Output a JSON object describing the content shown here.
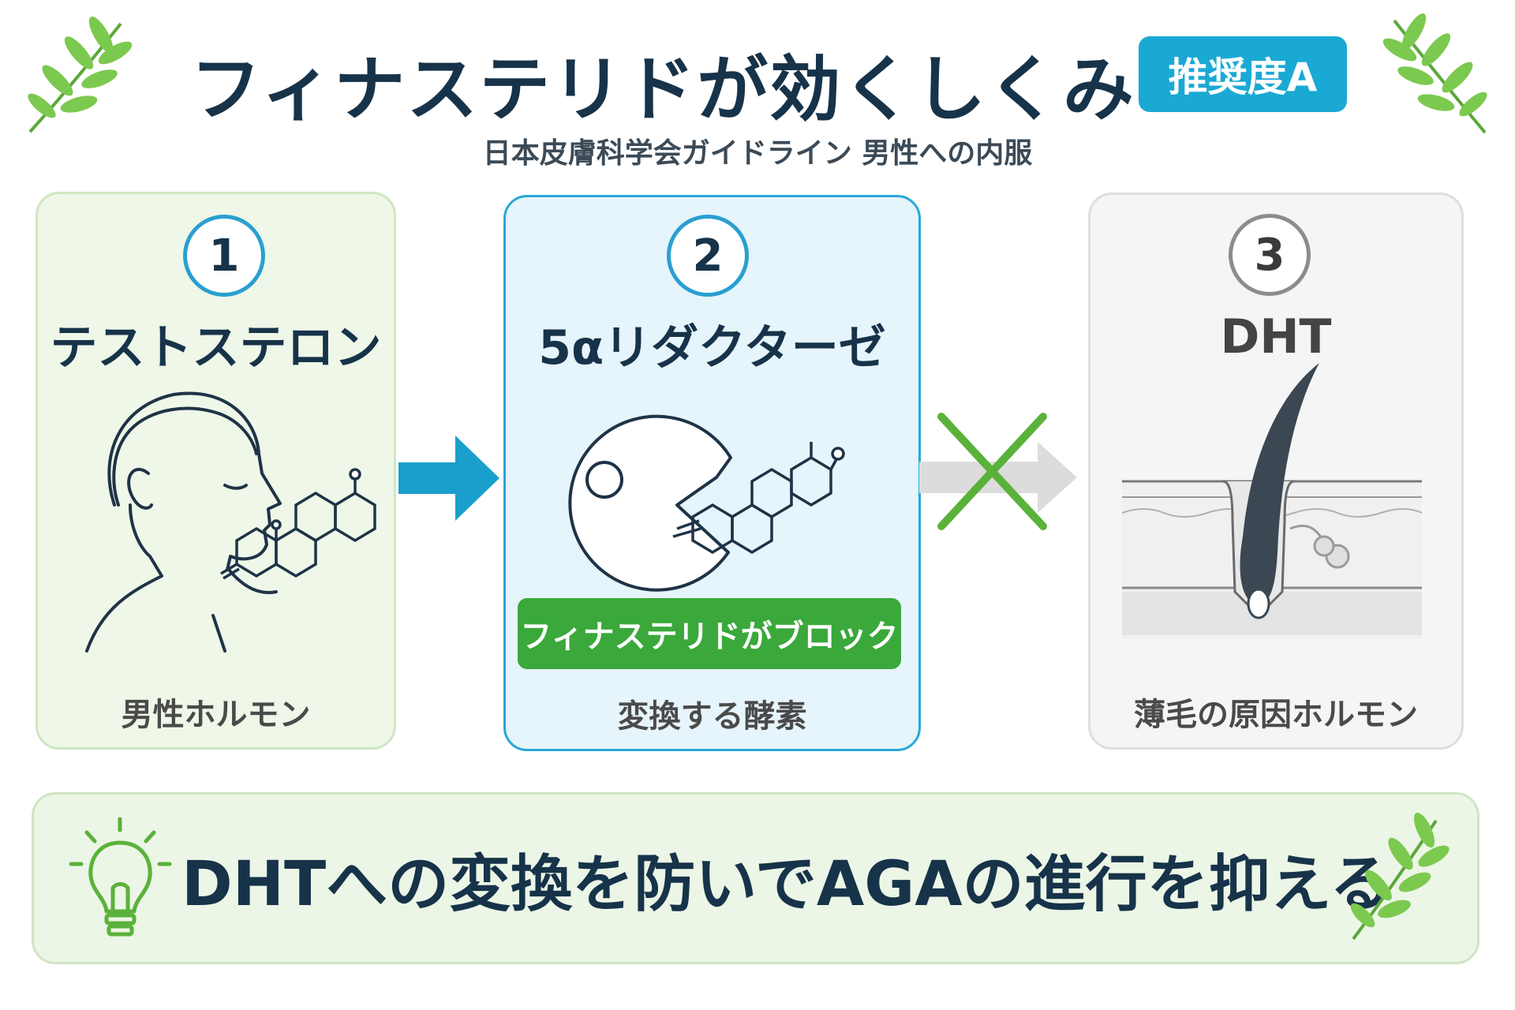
{
  "header": {
    "title": "フィナステリドが効くしくみ",
    "badge": "推奨度A",
    "subtitle": "日本皮膚科学会ガイドライン 男性への内服"
  },
  "steps": [
    {
      "number": "1",
      "name": "テストステロン",
      "description": "男性ホルモン"
    },
    {
      "number": "2",
      "name": "5αリダクターゼ",
      "description": "変換する酵素",
      "block_label": "フィナステリドがブロック"
    },
    {
      "number": "3",
      "name": "DHT",
      "description": "薄毛の原因ホルモン"
    }
  ],
  "summary": {
    "text": "DHTへの変換を防いでAGAの進行を抑える"
  },
  "icons": {
    "leaf": "leaf-branch-icon",
    "man": "man-profile-icon",
    "molecule": "steroid-molecule-icon",
    "enzyme": "enzyme-pacman-icon",
    "hair": "hair-follicle-icon",
    "arrow": "arrow-right-icon",
    "block": "block-cross-icon",
    "bulb": "lightbulb-icon"
  },
  "colors": {
    "primary": "#17334a",
    "accent_blue": "#1aa9d4",
    "accent_green": "#3aa83a",
    "leaf_green": "#6cc04a",
    "card1_bg": "#eef7e8",
    "card2_bg": "#e6f4fb",
    "card3_bg": "#f5f5f5"
  }
}
